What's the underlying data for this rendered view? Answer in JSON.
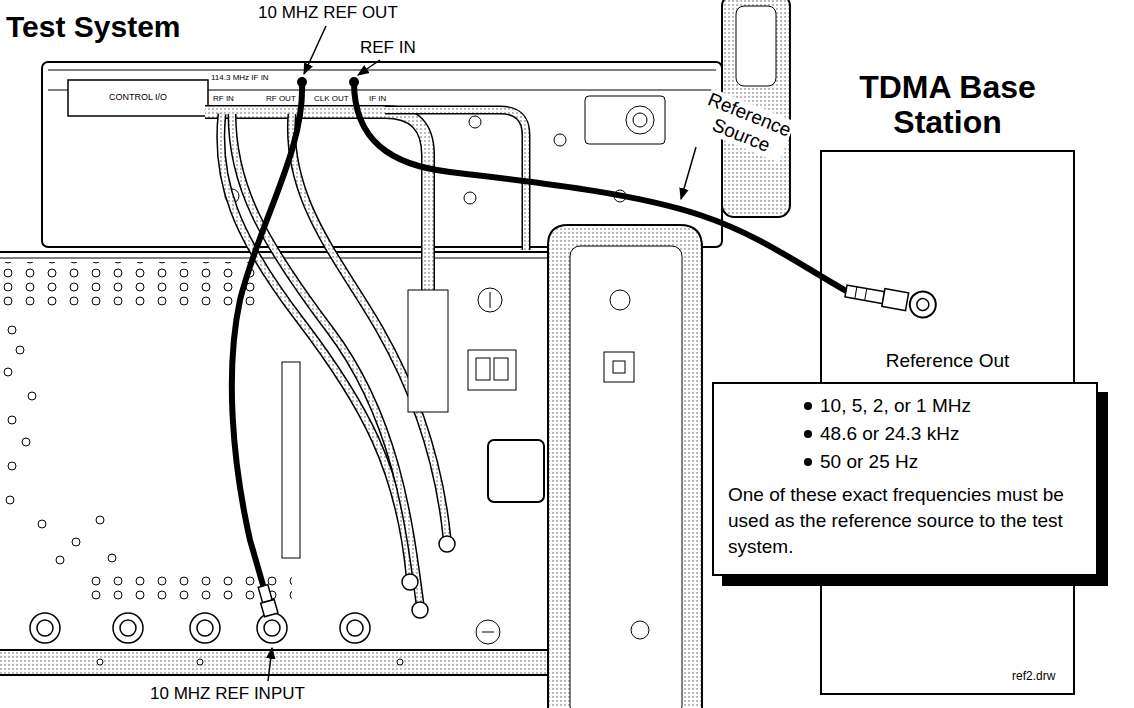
{
  "diagram": {
    "nodes": [
      {
        "text": [
          "TDMA Base Station",
          "Reference Out"
        ]
      },
      {
        "text": [
          "10, 5, 2, or 1 MHz",
          "48.6 or 24.3 kHz",
          "50 or 25 Hz",
          "One of these exact frequencies must be used as the reference source to the test system."
        ]
      }
    ],
    "labels": [
      "Test System",
      "10 MHZ REF OUT",
      "REF IN",
      "CONTROL I/O",
      "114.3 MHz IF IN",
      "RF IN",
      "RF OUT",
      "CLK OUT",
      "IF IN",
      "Reference Source",
      "10 MHZ REF INPUT",
      "ref2.drw"
    ]
  }
}
